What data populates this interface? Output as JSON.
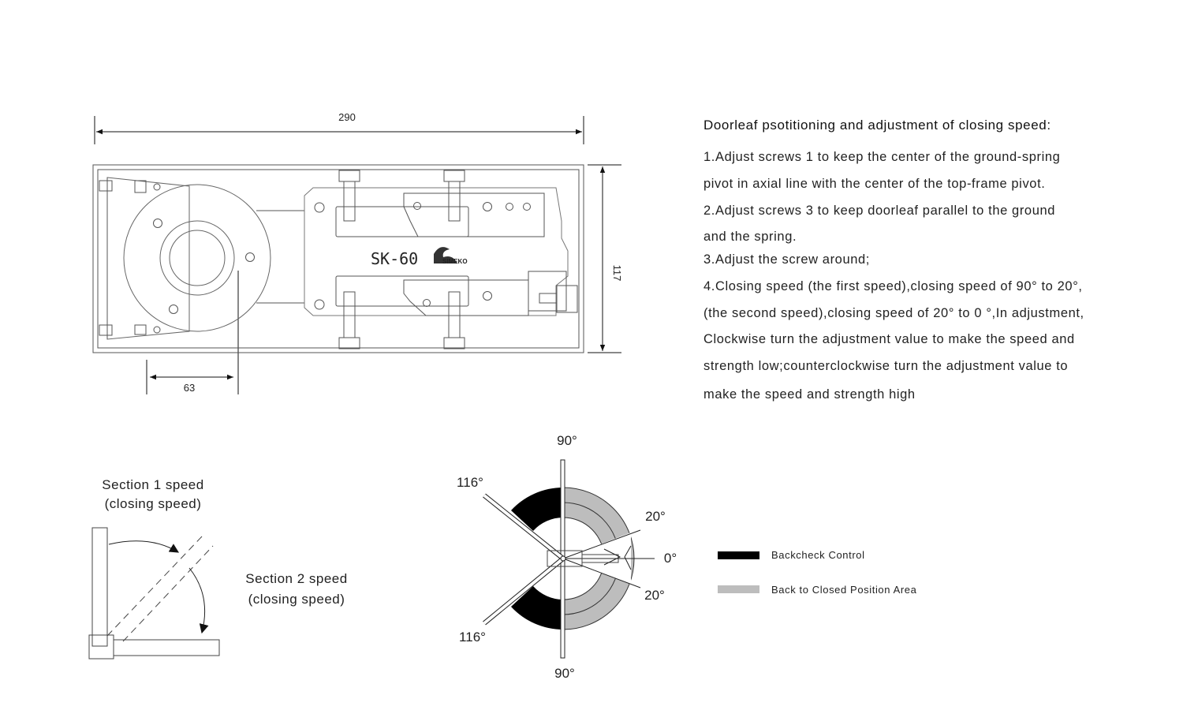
{
  "drawing": {
    "model": "SK-60",
    "brand": "SIMEKO",
    "dim_width": "290",
    "dim_height": "117",
    "dim_offset": "63"
  },
  "instructions": {
    "heading": "Doorleaf psotitioning and adjustment of closing speed:",
    "lines": [
      "1.Adjust screws 1 to keep the center of the ground-spring",
      "pivot in axial line with the center of the top-frame pivot.",
      "2.Adjust screws 3 to keep doorleaf parallel to the ground",
      "and the spring.",
      "3.Adjust the screw around;",
      "4.Closing speed (the first speed),closing speed of 90° to 20°,",
      "(the second speed),closing speed of 20° to 0 °,In adjustment,",
      "Clockwise turn the adjustment value to make the speed and",
      "strength low;counterclockwise turn the adjustment value to",
      "make the speed and strength high"
    ]
  },
  "section_diagram": {
    "section1_line1": "Section 1 speed",
    "section1_line2": "(closing speed)",
    "section2_line1": "Section 2 speed",
    "section2_line2": "(closing speed)"
  },
  "angle_diagram": {
    "top": "90°",
    "bottom": "90°",
    "upper_left": "116°",
    "lower_left": "116°",
    "upper_right": "20°",
    "lower_right": "20°",
    "right": "0°"
  },
  "legend": {
    "items": [
      {
        "label": "Backcheck Control",
        "color": "#000000"
      },
      {
        "label": "Back to Closed Position Area",
        "color": "#bdbdbd"
      }
    ]
  }
}
